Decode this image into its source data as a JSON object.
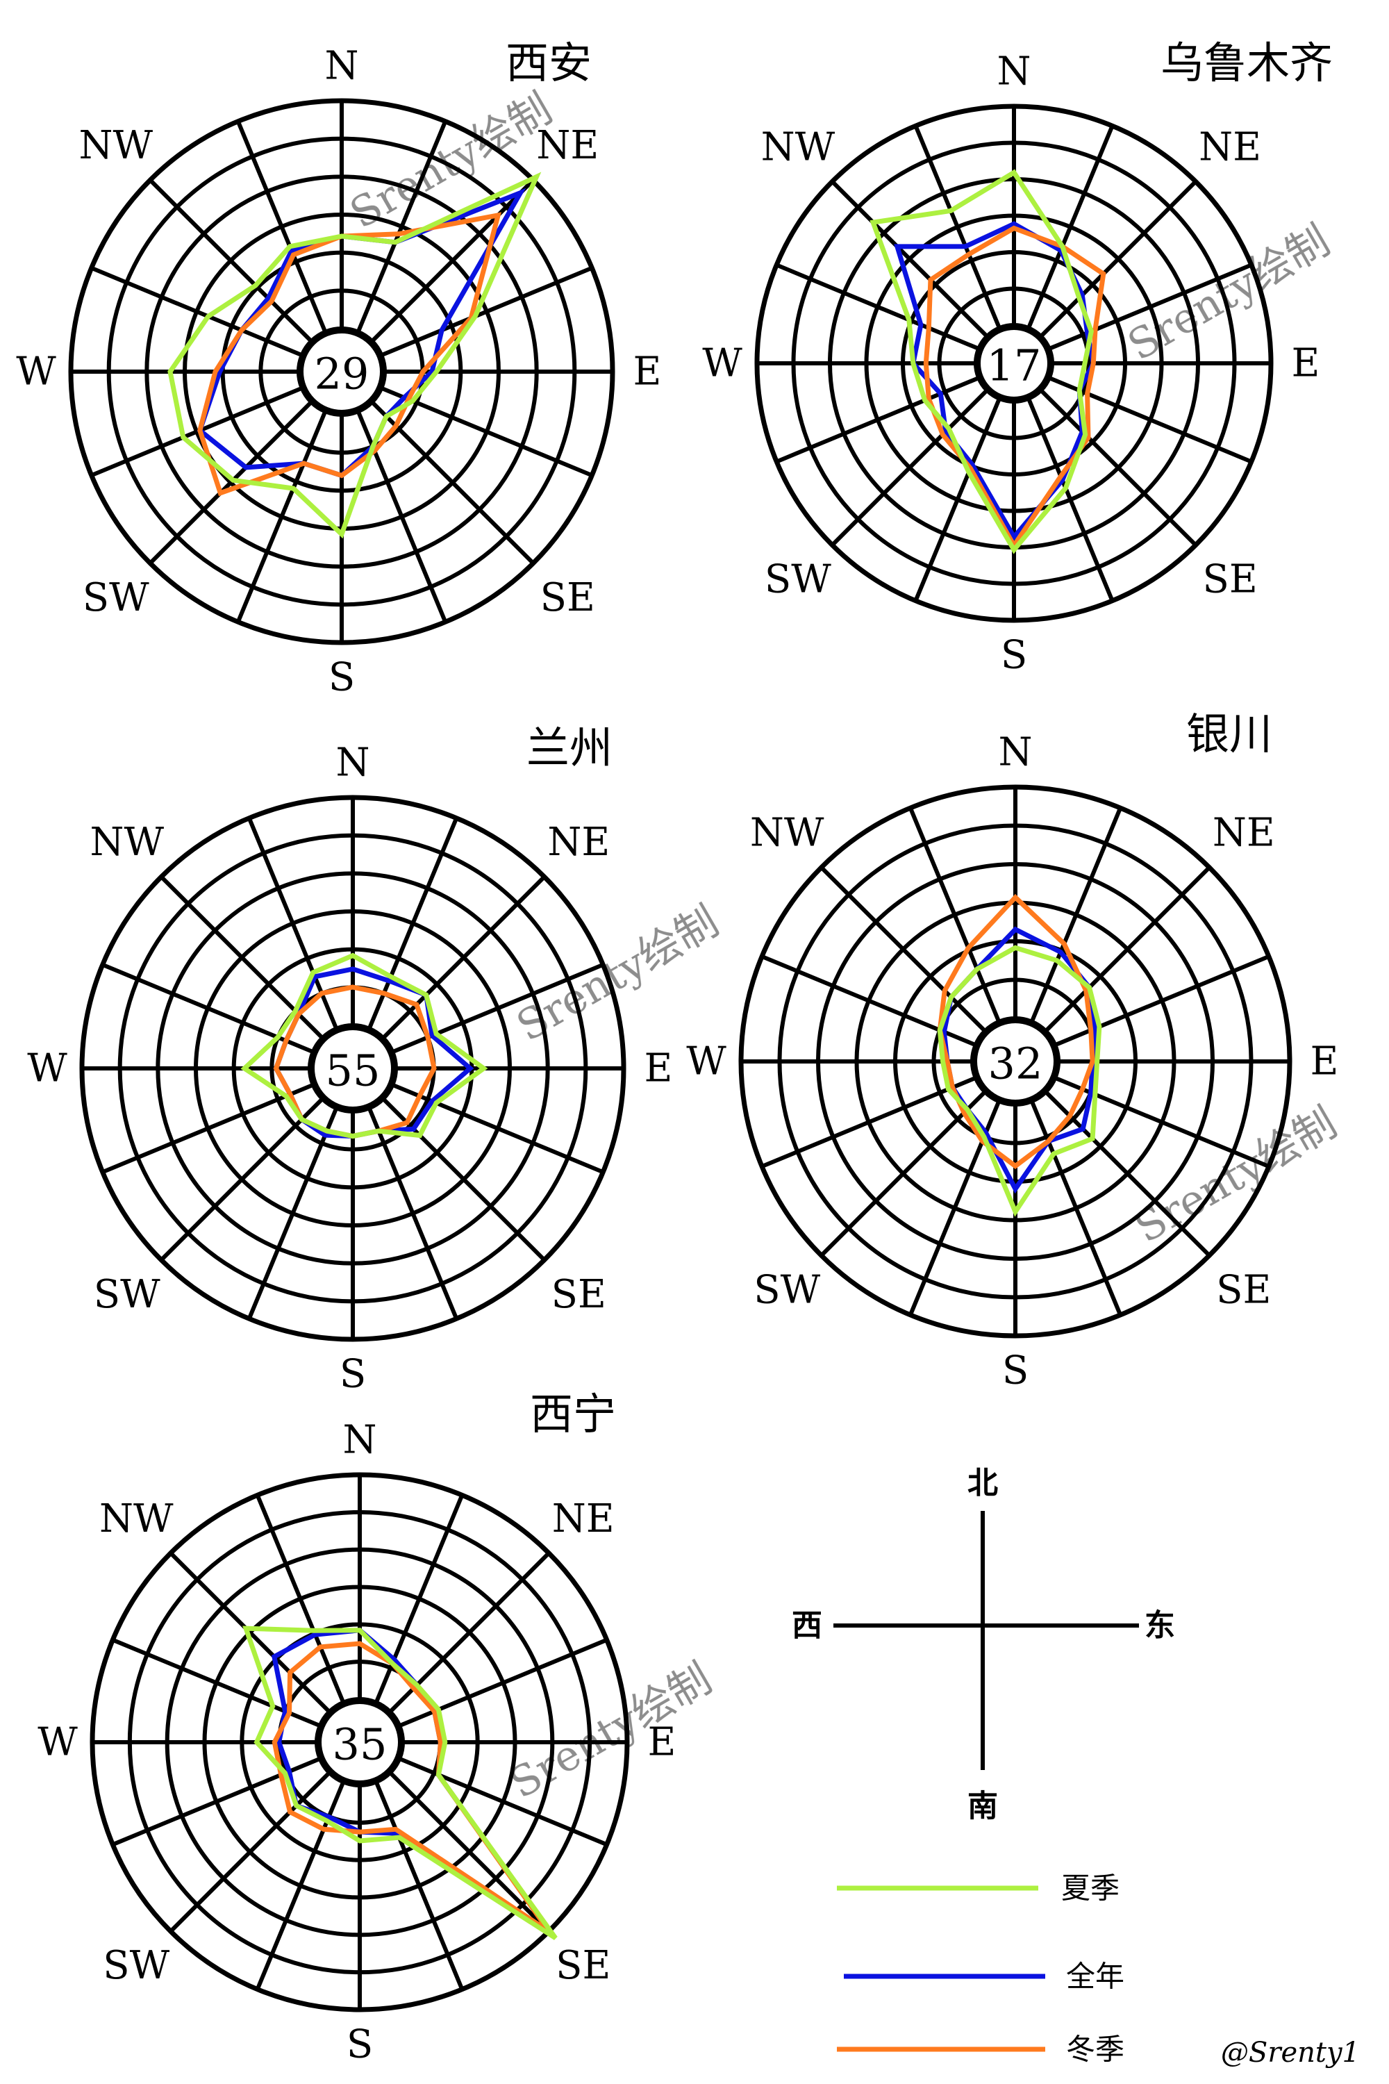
{
  "page": {
    "watermark": "Srenty绘制",
    "signature": "@Srenty1"
  },
  "directions": [
    "N",
    "NNE",
    "NE",
    "ENE",
    "E",
    "ESE",
    "SE",
    "SSE",
    "S",
    "SSW",
    "SW",
    "WSW",
    "W",
    "WNW",
    "NW",
    "NNW"
  ],
  "direction_labels": [
    "N",
    "NE",
    "E",
    "SE",
    "S",
    "SW",
    "W",
    "NW"
  ],
  "colors": {
    "summer": "#adf040",
    "annual": "#0a12e0",
    "winter": "#ff7a1e",
    "grid": "#000000"
  },
  "chart_data": [
    {
      "type": "radar",
      "title": "西安",
      "center_value": "29",
      "rings": 6,
      "series": [
        {
          "key": "summer",
          "values": [
            2.0,
            2.1,
            5.1,
            2.2,
            1.1,
            0.7,
            0.4,
            0.8,
            2.6,
            1.8,
            2.4,
            2.8,
            2.8,
            2.2,
            1.7,
            2.0
          ]
        },
        {
          "key": "annual",
          "values": [
            2.0,
            2.1,
            4.6,
            1.4,
            1.0,
            0.5,
            0.4,
            0.8,
            1.3,
            1.2,
            2.0,
            2.4,
            1.7,
            1.4,
            1.3,
            1.9
          ]
        },
        {
          "key": "winter",
          "values": [
            2.0,
            2.3,
            3.9,
            2.1,
            0.8,
            0.6,
            0.7,
            0.9,
            1.3,
            1.2,
            2.8,
            2.4,
            1.8,
            1.4,
            1.2,
            1.8
          ]
        }
      ]
    },
    {
      "type": "radar",
      "title": "乌鲁木齐",
      "center_value": "17",
      "rings": 6,
      "series": [
        {
          "key": "summer",
          "values": [
            3.4,
            1.9,
            1.1,
            0.9,
            0.6,
            0.6,
            1.3,
            2.1,
            3.3,
            1.7,
            1.1,
            1.2,
            1.3,
            1.6,
            3.6,
            2.8
          ]
        },
        {
          "key": "annual",
          "values": [
            2.2,
            1.8,
            1.2,
            0.8,
            0.8,
            0.6,
            1.2,
            1.9,
            3.0,
            1.5,
            1.2,
            0.8,
            1.3,
            1.3,
            2.8,
            1.9
          ]
        },
        {
          "key": "winter",
          "values": [
            2.1,
            1.9,
            1.9,
            1.0,
            0.8,
            0.8,
            1.4,
            1.8,
            3.2,
            1.6,
            1.3,
            1.1,
            1.0,
            1.1,
            1.7,
            1.7
          ]
        }
      ]
    },
    {
      "type": "radar",
      "title": "兰州",
      "center_value": "55",
      "rings": 6,
      "series": [
        {
          "key": "summer",
          "values": [
            1.5,
            1.2,
            1.3,
            1.0,
            1.9,
            1.0,
            1.1,
            0.5,
            0.5,
            0.5,
            0.6,
            0.6,
            1.4,
            0.8,
            0.8,
            1.3
          ]
        },
        {
          "key": "annual",
          "values": [
            1.2,
            1.1,
            1.3,
            0.9,
            1.6,
            0.9,
            0.9,
            0.5,
            0.5,
            0.6,
            0.6,
            0.5,
            0.7,
            0.6,
            0.7,
            1.2
          ]
        },
        {
          "key": "winter",
          "values": [
            0.8,
            0.8,
            1.0,
            0.8,
            0.8,
            0.6,
            0.7,
            0.5,
            0.5,
            0.5,
            0.6,
            0.5,
            0.7,
            0.6,
            0.7,
            0.8
          ]
        }
      ]
    },
    {
      "type": "radar",
      "title": "银川",
      "center_value": "32",
      "rings": 6,
      "series": [
        {
          "key": "summer",
          "values": [
            1.5,
            1.4,
            1.3,
            1.0,
            0.8,
            0.9,
            1.4,
            1.2,
            2.3,
            0.8,
            0.5,
            0.6,
            0.6,
            0.8,
            1.0,
            1.2
          ]
        },
        {
          "key": "annual",
          "values": [
            1.9,
            1.6,
            1.3,
            0.9,
            0.7,
            0.8,
            1.1,
            0.9,
            1.8,
            0.7,
            0.5,
            0.5,
            0.5,
            0.7,
            1.0,
            1.2
          ]
        },
        {
          "key": "winter",
          "values": [
            2.6,
            1.8,
            1.2,
            0.8,
            0.7,
            0.6,
            0.7,
            0.9,
            1.3,
            0.9,
            0.6,
            0.5,
            0.5,
            0.8,
            1.2,
            1.7
          ]
        }
      ]
    },
    {
      "type": "radar",
      "title": "西宁",
      "center_value": "35",
      "rings": 6,
      "series": [
        {
          "key": "summer",
          "values": [
            1.5,
            0.9,
            0.8,
            0.9,
            0.9,
            0.9,
            5.2,
            1.3,
            1.2,
            0.9,
            1.0,
            0.8,
            1.3,
            1.1,
            2.6,
            1.7
          ]
        },
        {
          "key": "annual",
          "values": [
            1.5,
            1.0,
            0.8,
            0.8,
            0.8,
            0.9,
            5.1,
            1.2,
            1.0,
            0.8,
            1.0,
            0.7,
            0.8,
            0.8,
            1.7,
            1.6
          ]
        },
        {
          "key": "winter",
          "values": [
            1.2,
            0.9,
            0.7,
            0.8,
            0.8,
            0.9,
            5.0,
            1.1,
            1.0,
            1.1,
            1.2,
            0.9,
            0.9,
            0.7,
            1.2,
            1.3
          ]
        }
      ]
    }
  ],
  "compass": {
    "north": "北",
    "south": "南",
    "west": "西",
    "east": "东"
  },
  "legend": [
    {
      "key": "summer",
      "label": "夏季"
    },
    {
      "key": "annual",
      "label": "全年"
    },
    {
      "key": "winter",
      "label": "冬季"
    }
  ]
}
